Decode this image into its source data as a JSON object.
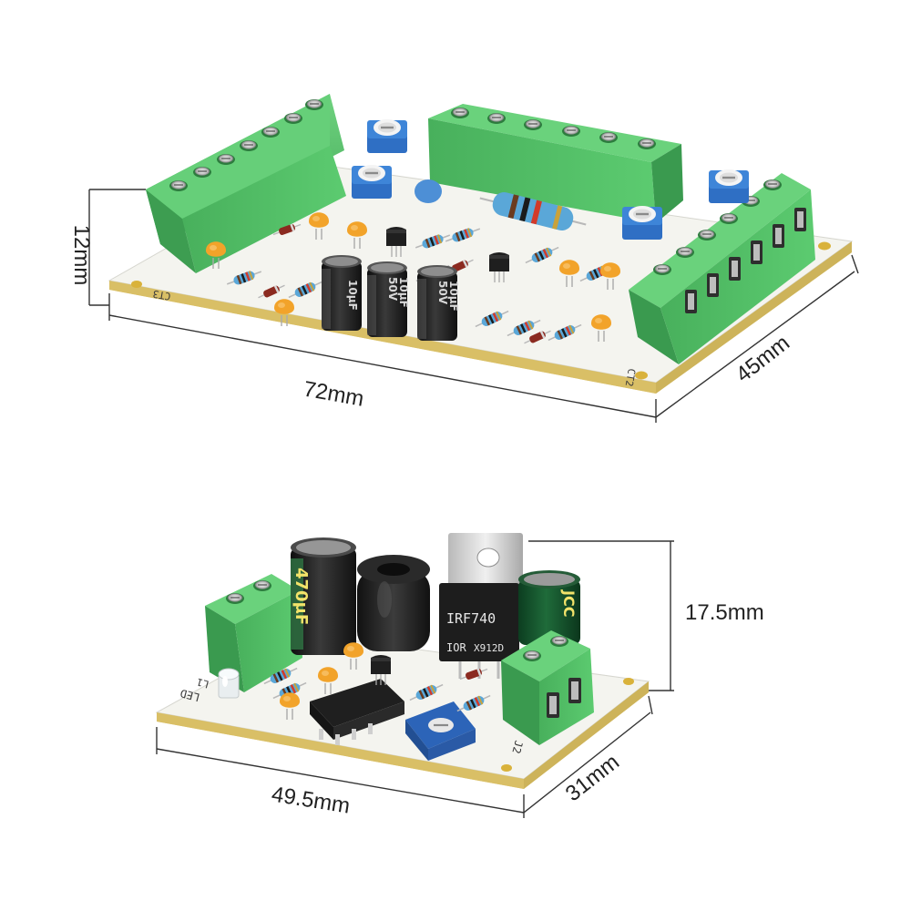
{
  "dimensions": {
    "large_board": {
      "height": "12mm",
      "length": "72mm",
      "width": "45mm"
    },
    "small_board": {
      "height": "17.5mm",
      "length": "49.5mm",
      "width": "31mm"
    }
  },
  "large_board_markings": {
    "cap_marks": [
      "50V",
      "10μF",
      "10μF",
      "50V",
      "10μF"
    ],
    "labels": [
      "CT3",
      "CT2"
    ]
  },
  "small_board_markings": {
    "mosfet_part": "IRF740",
    "mosfet_lot": "X912D",
    "mosfet_brand": "IOR",
    "big_cap_text": "470μF",
    "green_cap_text": "JCC",
    "led_label": "LED",
    "designator_j2": "J2",
    "designator_l1": "L1"
  },
  "colors": {
    "pcb": "#f4f4ef",
    "pcb_edge": "#e7cf7a",
    "terminal": "#57c46b",
    "terminal_dark": "#3a9a4f",
    "ceramic_cap": "#f2a32a",
    "resistor": "#5aa7d8",
    "electrolytic": "#1c1c1c",
    "trimmer": "#2f6fc4"
  }
}
